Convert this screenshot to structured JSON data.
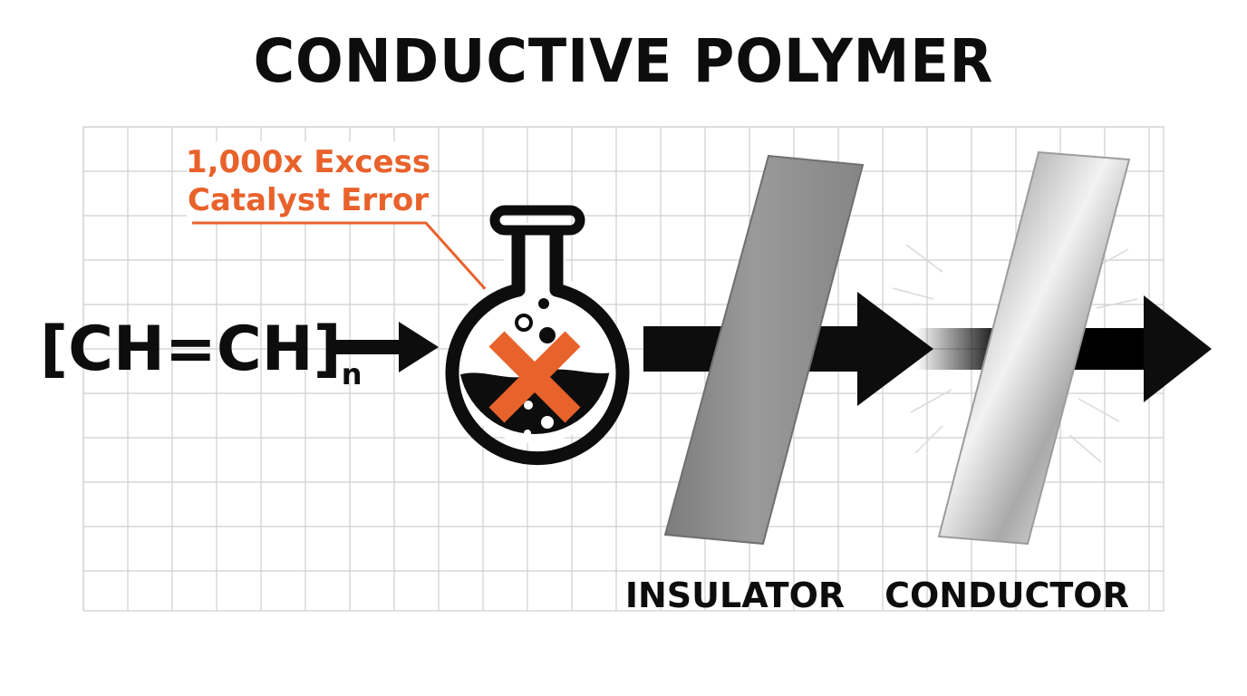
{
  "title": "CONDUCTIVE POLYMER",
  "formula": {
    "main": "[CH=CH]",
    "subscript": "n"
  },
  "callout": {
    "line1": "1,000x Excess",
    "line2": "Catalyst Error"
  },
  "labels": {
    "insulator": "INSULATOR",
    "conductor": "CONDUCTOR"
  },
  "icons": {
    "flask": "flask-icon",
    "error": "x-mark-icon"
  },
  "colors": {
    "text": "#0d0d0d",
    "accent": "#e8622c",
    "grid": "#cfcfcf",
    "insulator": "#8a8a8a",
    "conductor": "#d8d8d8"
  }
}
